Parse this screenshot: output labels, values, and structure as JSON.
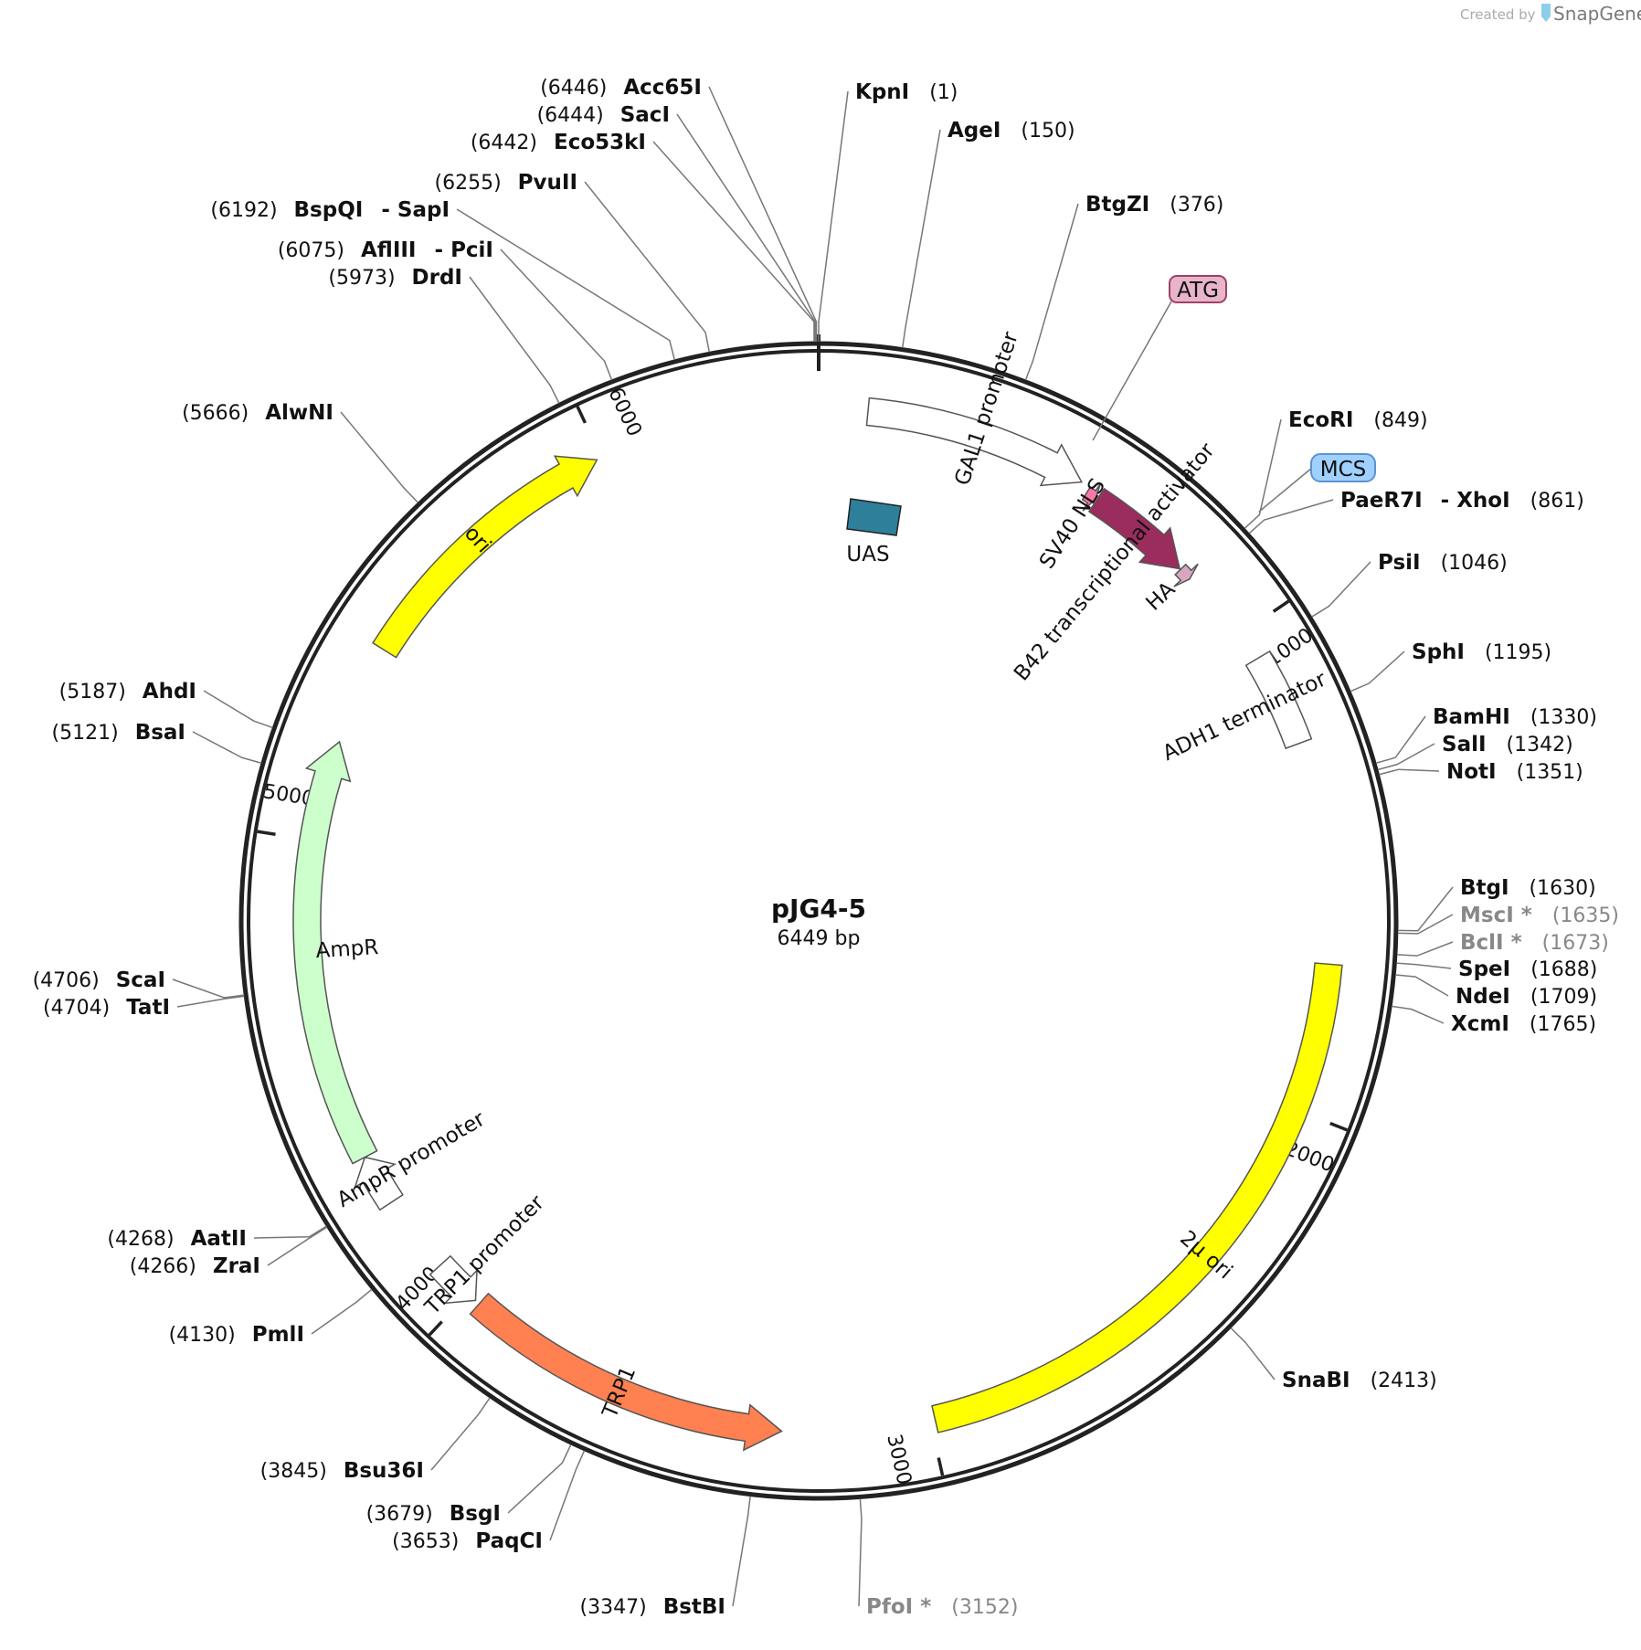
{
  "branding": {
    "prefix": "Created by",
    "product": "SnapGene"
  },
  "plasmid": {
    "name": "pJG4-5",
    "size_label": "6449 bp",
    "length": 6449
  },
  "ticks": [
    {
      "pos": 1000,
      "label": "1000"
    },
    {
      "pos": 2000,
      "label": "2000"
    },
    {
      "pos": 3000,
      "label": "3000"
    },
    {
      "pos": 4000,
      "label": "4000"
    },
    {
      "pos": 5000,
      "label": "5000"
    },
    {
      "pos": 6000,
      "label": "6000"
    }
  ],
  "features": [
    {
      "name": "GAL1 promoter",
      "start": 100,
      "end": 555,
      "direction": "forward",
      "color": "#ffffff",
      "label_side": "inside"
    },
    {
      "name": "SV40 NLS",
      "start": 575,
      "end": 597,
      "direction": "forward",
      "color": "#ff77aa",
      "label_side": "inside"
    },
    {
      "name": "B42 transcriptional activator",
      "start": 600,
      "end": 820,
      "direction": "forward",
      "color": "#9b2c5e",
      "label_side": "inside"
    },
    {
      "name": "HA",
      "start": 822,
      "end": 849,
      "direction": "forward",
      "color": "#d9a6c2",
      "label_side": "inside"
    },
    {
      "name": "ADH1 terminator",
      "start": 1060,
      "end": 1250,
      "direction": "none",
      "color": "#ffffff",
      "label_side": "inside"
    },
    {
      "name": "2µ ori",
      "start": 1700,
      "end": 2990,
      "direction": "none",
      "color": "#ffff00",
      "label_side": "on"
    },
    {
      "name": "TRP1",
      "start": 3300,
      "end": 3970,
      "direction": "reverse",
      "color": "#ff8050",
      "label_side": "on"
    },
    {
      "name": "TRP1 promoter",
      "start": 3980,
      "end": 4080,
      "direction": "reverse",
      "color": "#ffffff",
      "label_side": "inside"
    },
    {
      "name": "AmpR promoter",
      "start": 4240,
      "end": 4345,
      "direction": "forward",
      "color": "#ffffff",
      "label_side": "inside"
    },
    {
      "name": "AmpR",
      "start": 4345,
      "end": 5205,
      "direction": "forward",
      "color": "#ccffcc",
      "label_side": "inside"
    },
    {
      "name": "ori",
      "start": 5410,
      "end": 5990,
      "direction": "forward",
      "color": "#ffff00",
      "label_side": "on"
    }
  ],
  "uas": {
    "name": "UAS",
    "color": "#2e7f9a"
  },
  "badges": [
    {
      "name": "ATG",
      "color": "#e8b4c9",
      "border": "#a0406a"
    },
    {
      "name": "MCS",
      "color": "#9fd0ff",
      "border": "#5a93d6"
    }
  ],
  "sites": [
    {
      "name": "KpnI",
      "pos": 1,
      "pos_label": "(1)",
      "side": "right",
      "gray": false
    },
    {
      "name": "AgeI",
      "pos": 150,
      "pos_label": "(150)",
      "side": "right",
      "gray": false
    },
    {
      "name": "BtgZI",
      "pos": 376,
      "pos_label": "(376)",
      "side": "right",
      "gray": false
    },
    {
      "name": "EcoRI",
      "pos": 849,
      "pos_label": "(849)",
      "side": "right",
      "gray": false
    },
    {
      "name": "PaeR7I",
      "name2": "XhoI",
      "pos": 861,
      "pos_label": "(861)",
      "side": "right",
      "gray": false
    },
    {
      "name": "PsiI",
      "pos": 1046,
      "pos_label": "(1046)",
      "side": "right",
      "gray": false
    },
    {
      "name": "SphI",
      "pos": 1195,
      "pos_label": "(1195)",
      "side": "right",
      "gray": false
    },
    {
      "name": "BamHI",
      "pos": 1330,
      "pos_label": "(1330)",
      "side": "right",
      "gray": false
    },
    {
      "name": "SalI",
      "pos": 1342,
      "pos_label": "(1342)",
      "side": "right",
      "gray": false
    },
    {
      "name": "NotI",
      "pos": 1351,
      "pos_label": "(1351)",
      "side": "right",
      "gray": false
    },
    {
      "name": "BtgI",
      "pos": 1630,
      "pos_label": "(1630)",
      "side": "right",
      "gray": false
    },
    {
      "name": "MscI *",
      "pos": 1635,
      "pos_label": "(1635)",
      "side": "right",
      "gray": true
    },
    {
      "name": "BclI *",
      "pos": 1673,
      "pos_label": "(1673)",
      "side": "right",
      "gray": true
    },
    {
      "name": "SpeI",
      "pos": 1688,
      "pos_label": "(1688)",
      "side": "right",
      "gray": false
    },
    {
      "name": "NdeI",
      "pos": 1709,
      "pos_label": "(1709)",
      "side": "right",
      "gray": false
    },
    {
      "name": "XcmI",
      "pos": 1765,
      "pos_label": "(1765)",
      "side": "right",
      "gray": false
    },
    {
      "name": "SnaBI",
      "pos": 2413,
      "pos_label": "(2413)",
      "side": "right",
      "gray": false
    },
    {
      "name": "PfoI *",
      "pos": 3152,
      "pos_label": "(3152)",
      "side": "right",
      "gray": true
    },
    {
      "name": "BstBI",
      "pos": 3347,
      "pos_label": "(3347)",
      "side": "left",
      "gray": false
    },
    {
      "name": "PaqCI",
      "pos": 3653,
      "pos_label": "(3653)",
      "side": "left",
      "gray": false
    },
    {
      "name": "BsgI",
      "pos": 3679,
      "pos_label": "(3679)",
      "side": "left",
      "gray": false
    },
    {
      "name": "Bsu36I",
      "pos": 3845,
      "pos_label": "(3845)",
      "side": "left",
      "gray": false
    },
    {
      "name": "PmlI",
      "pos": 4130,
      "pos_label": "(4130)",
      "side": "left",
      "gray": false
    },
    {
      "name": "ZraI",
      "pos": 4266,
      "pos_label": "(4266)",
      "side": "left",
      "gray": false
    },
    {
      "name": "AatII",
      "pos": 4268,
      "pos_label": "(4268)",
      "side": "left",
      "gray": false
    },
    {
      "name": "TatI",
      "pos": 4704,
      "pos_label": "(4704)",
      "side": "left",
      "gray": false
    },
    {
      "name": "ScaI",
      "pos": 4706,
      "pos_label": "(4706)",
      "side": "left",
      "gray": false
    },
    {
      "name": "BsaI",
      "pos": 5121,
      "pos_label": "(5121)",
      "side": "left",
      "gray": false
    },
    {
      "name": "AhdI",
      "pos": 5187,
      "pos_label": "(5187)",
      "side": "left",
      "gray": false
    },
    {
      "name": "AlwNI",
      "pos": 5666,
      "pos_label": "(5666)",
      "side": "left",
      "gray": false
    },
    {
      "name": "DrdI",
      "pos": 5973,
      "pos_label": "(5973)",
      "side": "left",
      "gray": false
    },
    {
      "name": "AflIII",
      "name2": "PciI",
      "pos": 6075,
      "pos_label": "(6075)",
      "side": "left",
      "gray": false
    },
    {
      "name": "BspQI",
      "name2": "SapI",
      "pos": 6192,
      "pos_label": "(6192)",
      "side": "left",
      "gray": false
    },
    {
      "name": "PvuII",
      "pos": 6255,
      "pos_label": "(6255)",
      "side": "left",
      "gray": false
    },
    {
      "name": "Eco53kI",
      "pos": 6442,
      "pos_label": "(6442)",
      "side": "left",
      "gray": false
    },
    {
      "name": "SacI",
      "pos": 6444,
      "pos_label": "(6444)",
      "side": "left",
      "gray": false
    },
    {
      "name": "Acc65I",
      "pos": 6446,
      "pos_label": "(6446)",
      "side": "left",
      "gray": false
    }
  ]
}
